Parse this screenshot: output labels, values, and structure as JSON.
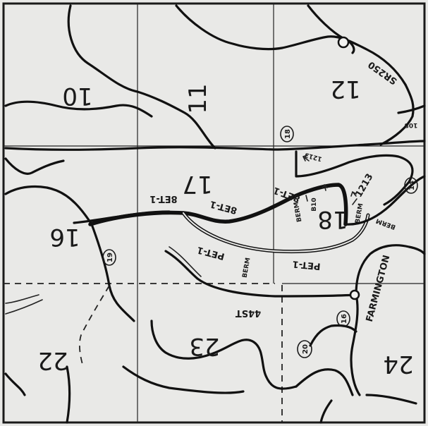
{
  "sections": {
    "s10": "10",
    "s11": "11",
    "s12": "12",
    "s16": "16",
    "s17": "17",
    "s18": "18",
    "s22": "22",
    "s23": "23",
    "s24": "24"
  },
  "road_labels": {
    "sr250": "SR250",
    "r108": "108",
    "r8et1_a": "8ET-1",
    "r8et1_b": "8ET-1",
    "r8et1_c": "8ET-1",
    "pet1_a": "PET-1",
    "pet1_b": "PET-1",
    "ptr1213": "1213",
    "ptr1213_b": "1213",
    "rb10": "B10",
    "berm_a": "BERM",
    "berm_b": "BERM",
    "berm_c": "BERM",
    "berm_d": "BERM",
    "r44st": "44ST",
    "farm": "FARMINGTON"
  },
  "circle_markers": {
    "c18": "18",
    "c19": "19",
    "c14": "14",
    "c16": "16",
    "c20": "20"
  },
  "colors": {
    "paper": "#e9e9e7",
    "ink": "#1a1a1a"
  }
}
